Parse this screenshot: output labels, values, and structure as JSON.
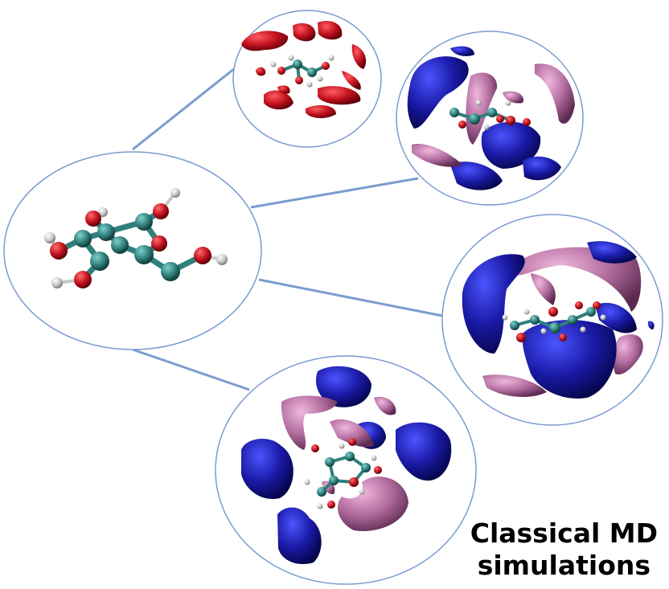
{
  "caption": {
    "line1": "Classical MD",
    "line2": "simulations"
  },
  "colors": {
    "connector": "#7a9ccf",
    "bubble_border": "#7a9ccf",
    "carbon": "#2f7f7b",
    "oxygen": "#c0121e",
    "hydrogen": "#c8c8c8",
    "isosurface_red": "#b8101c",
    "isosurface_blue": "#1a1aa6",
    "isosurface_pink": "#b06a9c"
  },
  "elements": {
    "central_bubble": "glucose-molecule",
    "panels": [
      "red-density-panel",
      "blue-pink-density-panel-1",
      "blue-pink-density-panel-2",
      "blue-pink-density-panel-3"
    ]
  }
}
